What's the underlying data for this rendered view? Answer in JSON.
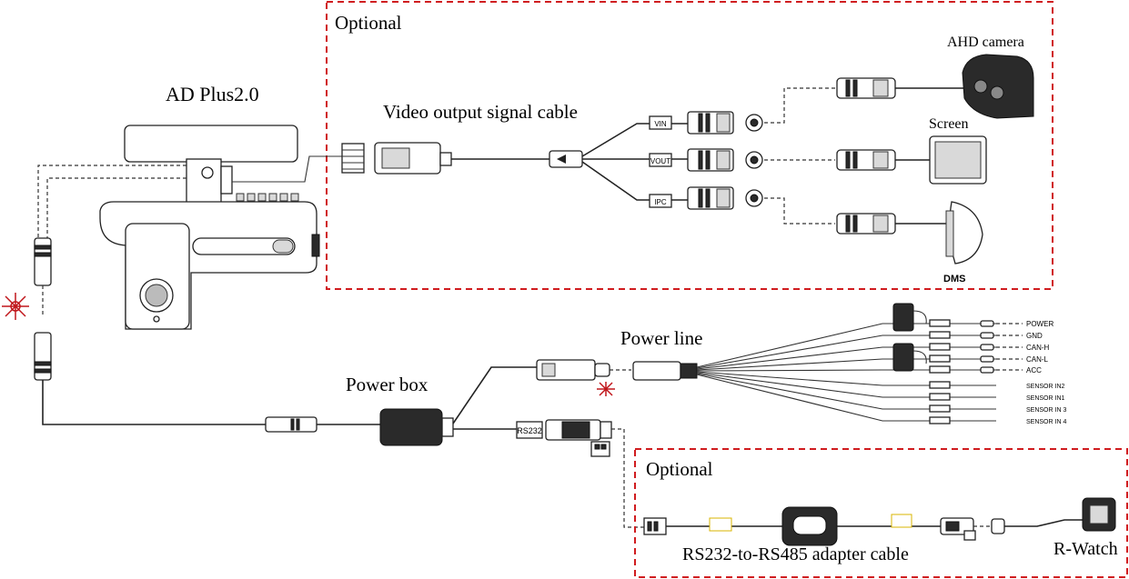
{
  "labels": {
    "device": "AD Plus2.0",
    "video_cable": "Video output signal cable",
    "optional_top": "Optional",
    "ahd_camera": "AHD camera",
    "screen": "Screen",
    "dms": "DMS",
    "power_line": "Power line",
    "power_box": "Power box",
    "optional_bottom": "Optional",
    "adapter": "RS232-to-RS485 adapter cable",
    "rwatch": "R-Watch"
  },
  "connector_tags": {
    "vin": "VIN",
    "vout": "VOUT",
    "ipc": "IPC",
    "rs232": "RS232"
  },
  "power_wires": [
    "POWER",
    "GND",
    "CAN-H",
    "CAN-L",
    "ACC",
    "SENSOR IN2",
    "SENSOR IN1",
    "SENSOR IN 3",
    "SENSOR IN 4"
  ],
  "colors": {
    "optional_border": "#d01c1f",
    "accent_red": "#c0161b",
    "ink": "#222222"
  }
}
